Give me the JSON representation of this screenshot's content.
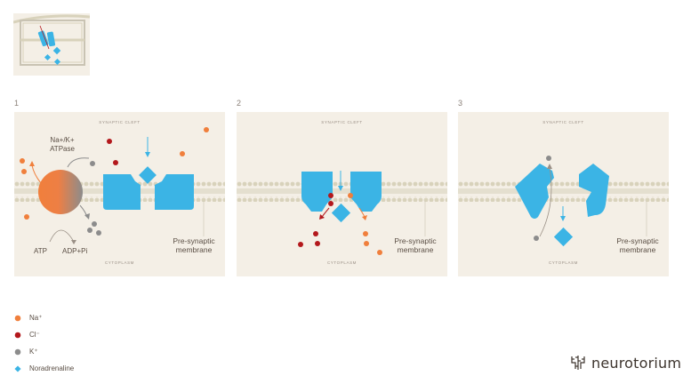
{
  "panels": [
    {
      "number": "1",
      "top_label": "Synaptic cleft",
      "bottom_label": "Cytoplasm",
      "membrane_label": "Pre-synaptic membrane",
      "pump_label_1": "Na+/K+",
      "pump_label_2": "ATPase",
      "atp": "ATP",
      "adp": "ADP+Pi"
    },
    {
      "number": "2",
      "top_label": "Synaptic cleft",
      "bottom_label": "Cytoplasm",
      "membrane_label": "Pre-synaptic membrane"
    },
    {
      "number": "3",
      "top_label": "Synaptic cleft",
      "bottom_label": "Cytoplasm",
      "membrane_label": "Pre-synaptic membrane"
    }
  ],
  "legend": [
    {
      "label": "Na⁺",
      "shape": "circle",
      "color": "#f07f3c"
    },
    {
      "label": "Cl⁻",
      "shape": "circle",
      "color": "#b3181c"
    },
    {
      "label": "K⁺",
      "shape": "circle",
      "color": "#8c8c8c"
    },
    {
      "label": "Noradrenaline",
      "shape": "diamond",
      "color": "#3bb4e5"
    }
  ],
  "brand": {
    "name": "neurotorium"
  },
  "colors": {
    "panel_bg": "#f4efe6",
    "transporter": "#3bb4e5",
    "sodium": "#f07f3c",
    "chloride": "#b3181c",
    "potassium": "#8c8c8c",
    "membrane": "#d8d2bb"
  }
}
